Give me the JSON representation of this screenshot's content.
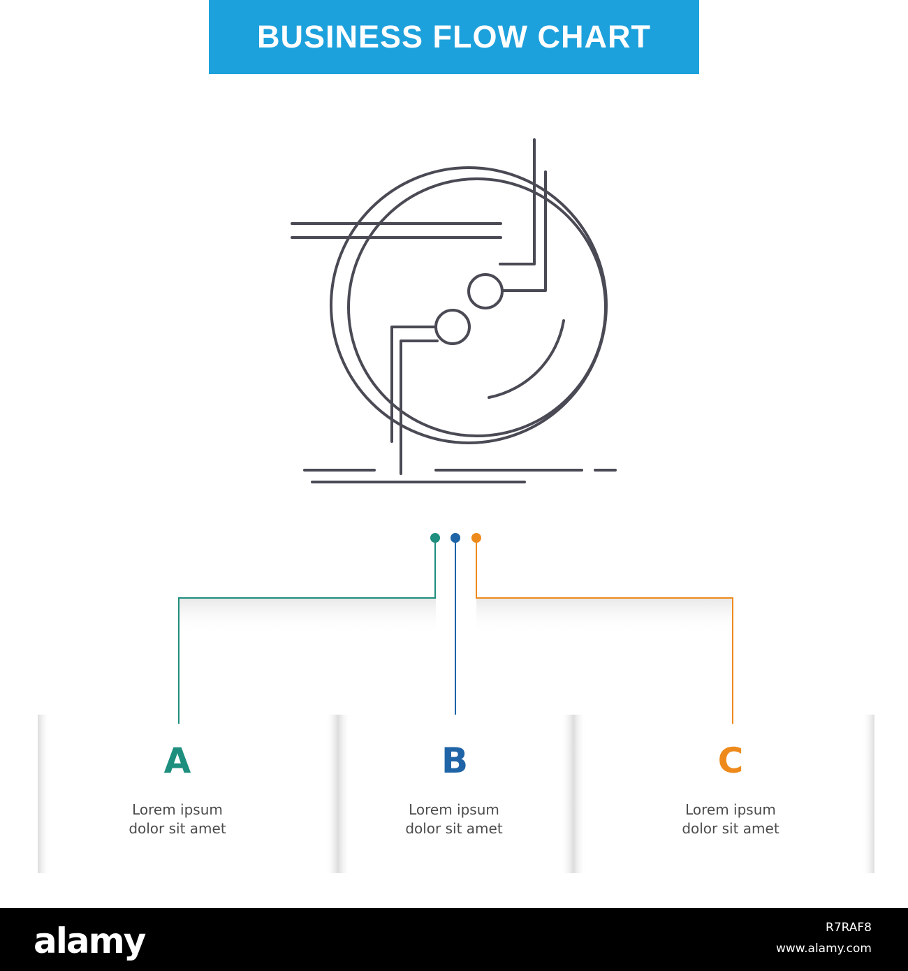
{
  "header": {
    "title": "BUSINESS FLOW CHART"
  },
  "colors": {
    "header_bg": "#1da1dc",
    "icon_stroke": "#4a4a55",
    "a": "#1e8e7e",
    "b": "#1f64a6",
    "c": "#ee8a1c",
    "desc_text": "#4b4b4b"
  },
  "icon": {
    "name": "chain-check-icon"
  },
  "steps": [
    {
      "letter": "A",
      "line1": "Lorem ipsum",
      "line2": "dolor sit amet"
    },
    {
      "letter": "B",
      "line1": "Lorem ipsum",
      "line2": "dolor sit amet"
    },
    {
      "letter": "C",
      "line1": "Lorem ipsum",
      "line2": "dolor sit amet"
    }
  ],
  "footer": {
    "brand": "alamy",
    "image_id": "R7RAF8",
    "site": "www.alamy.com"
  }
}
